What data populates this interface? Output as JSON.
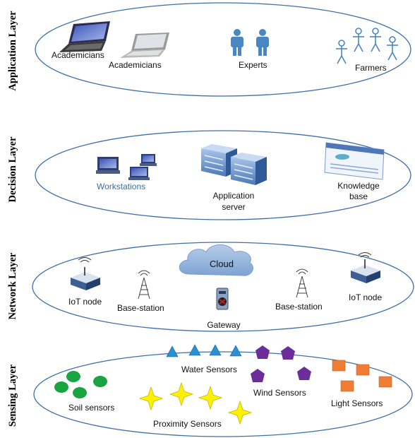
{
  "layers": {
    "application": {
      "title": "Application Layer",
      "labels": {
        "academicians_1": "Academicians",
        "academicians_2": "Academicians",
        "experts": "Experts",
        "farmers": "Farmers"
      }
    },
    "decision": {
      "title": "Decision Layer",
      "labels": {
        "workstations": "Workstations",
        "app_server_1": "Application",
        "app_server_2": "server",
        "kb_1": "Knowledge",
        "kb_2": "base"
      }
    },
    "network": {
      "title": "Network Layer",
      "labels": {
        "iot_left": "IoT node",
        "base_left": "Base-station",
        "cloud": "Cloud",
        "gateway": "Gateway",
        "base_right": "Base-station",
        "iot_right": "IoT node"
      }
    },
    "sensing": {
      "title": "Sensing Layer",
      "labels": {
        "soil": "Soil sensors",
        "water": "Water Sensors",
        "wind": "Wind Sensors",
        "light": "Light Sensors",
        "proximity": "Proximity Sensors"
      }
    }
  },
  "colors": {
    "ellipse_stroke": "#3f6fa8",
    "person": "#4a87c2",
    "water": "#2b8fd4",
    "wind": "#6b2d9a",
    "light": "#ef7d36",
    "soil": "#18a441",
    "proximity": "#fff200",
    "cloud": "#8fb1d9"
  },
  "icons": [
    "laptop-icon",
    "person-icon",
    "stick-figure-icon",
    "workstation-icon",
    "server-icon",
    "browser-window-icon",
    "router-icon",
    "radio-tower-icon",
    "cloud-icon",
    "gateway-icon"
  ]
}
